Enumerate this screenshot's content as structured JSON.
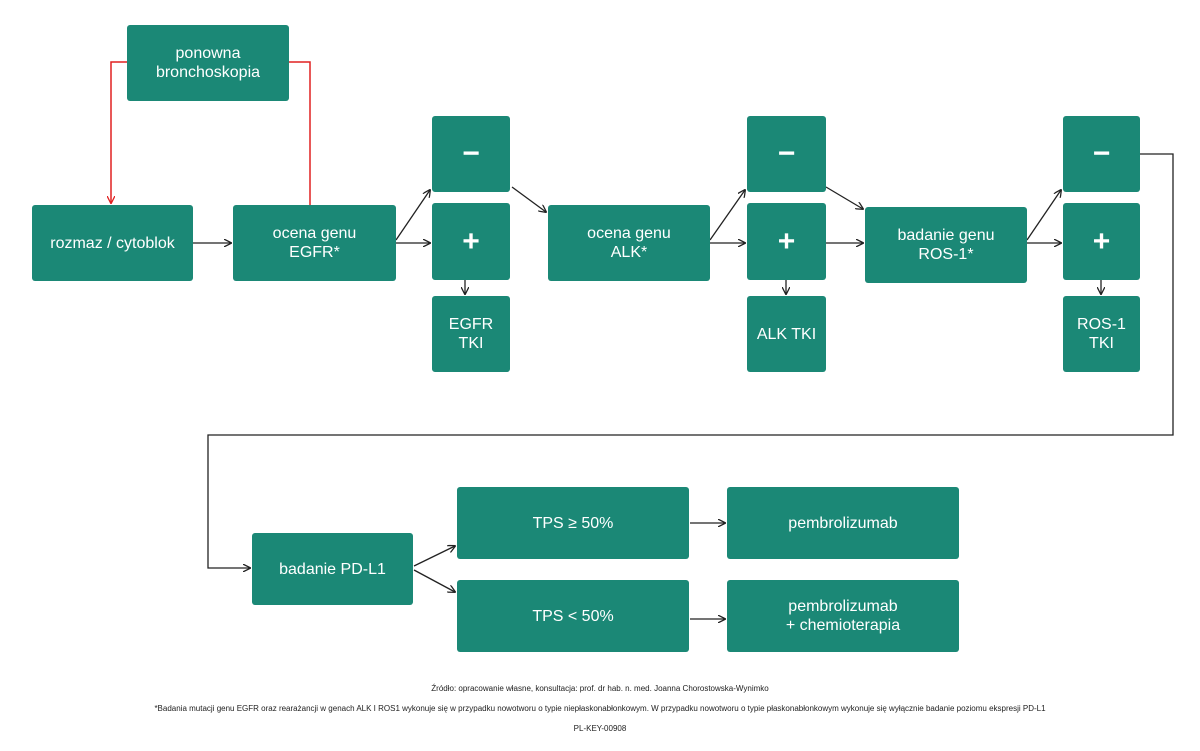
{
  "colors": {
    "box": "#1b8876",
    "arrow": "#222222",
    "loop": "#e02020"
  },
  "nodes": {
    "rebronch": "ponowna\nbronchoskopia",
    "smear": "rozmaz / cytoblok",
    "egfr": "ocena genu\nEGFR*",
    "egfr_neg": "−",
    "egfr_pos": "+",
    "egfr_tki": "EGFR TKI",
    "alk": "ocena genu\nALK*",
    "alk_neg": "−",
    "alk_pos": "+",
    "alk_tki": "ALK TKI",
    "ros": "badanie genu\nROS-1*",
    "ros_neg": "−",
    "ros_pos": "+",
    "ros_tki": "ROS-1 TKI",
    "pdl1": "badanie PD-L1",
    "tps_high": "TPS ≥ 50%",
    "tps_low": "TPS < 50%",
    "pembro": "pembrolizumab",
    "pembro_chemo": "pembrolizumab\n+ chemioterapia"
  },
  "footer": {
    "source": "Źródło: opracowanie własne, konsultacja: prof. dr hab. n. med. Joanna Chorostowska-Wynimko",
    "note": "*Badania mutacji genu EGFR oraz rearażancji w genach ALK I ROS1 wykonuje się w przypadku nowotworu o typie niepłaskonabłonkowym. W przypadku nowotworu o typie płaskonabłonkowym wykonuje się wyłącznie badanie poziomu ekspresji PD-L1",
    "code": "PL-KEY-00908"
  }
}
